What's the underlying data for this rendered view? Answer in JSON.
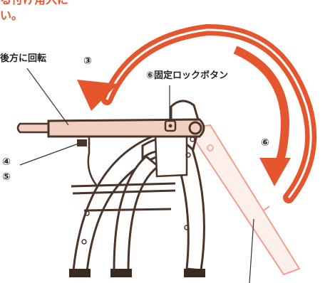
{
  "caption": {
    "line1": "る付け角入に",
    "line2": "い。"
  },
  "labels": {
    "rotate_back": "後方に回転",
    "step3": "③",
    "lock_button": "⑥固定ロックボタン",
    "step6": "⑥",
    "step4": "④",
    "step5": "⑤"
  },
  "colors": {
    "accent": "#e5562e",
    "frame_outline": "#4a3528",
    "tray_fill": "#f2cfc0",
    "ghost_outline": "#f0a08a"
  },
  "icons": {
    "rotation_arrow": "curved-arrow-icon",
    "lock_button": "lock-button-icon"
  }
}
